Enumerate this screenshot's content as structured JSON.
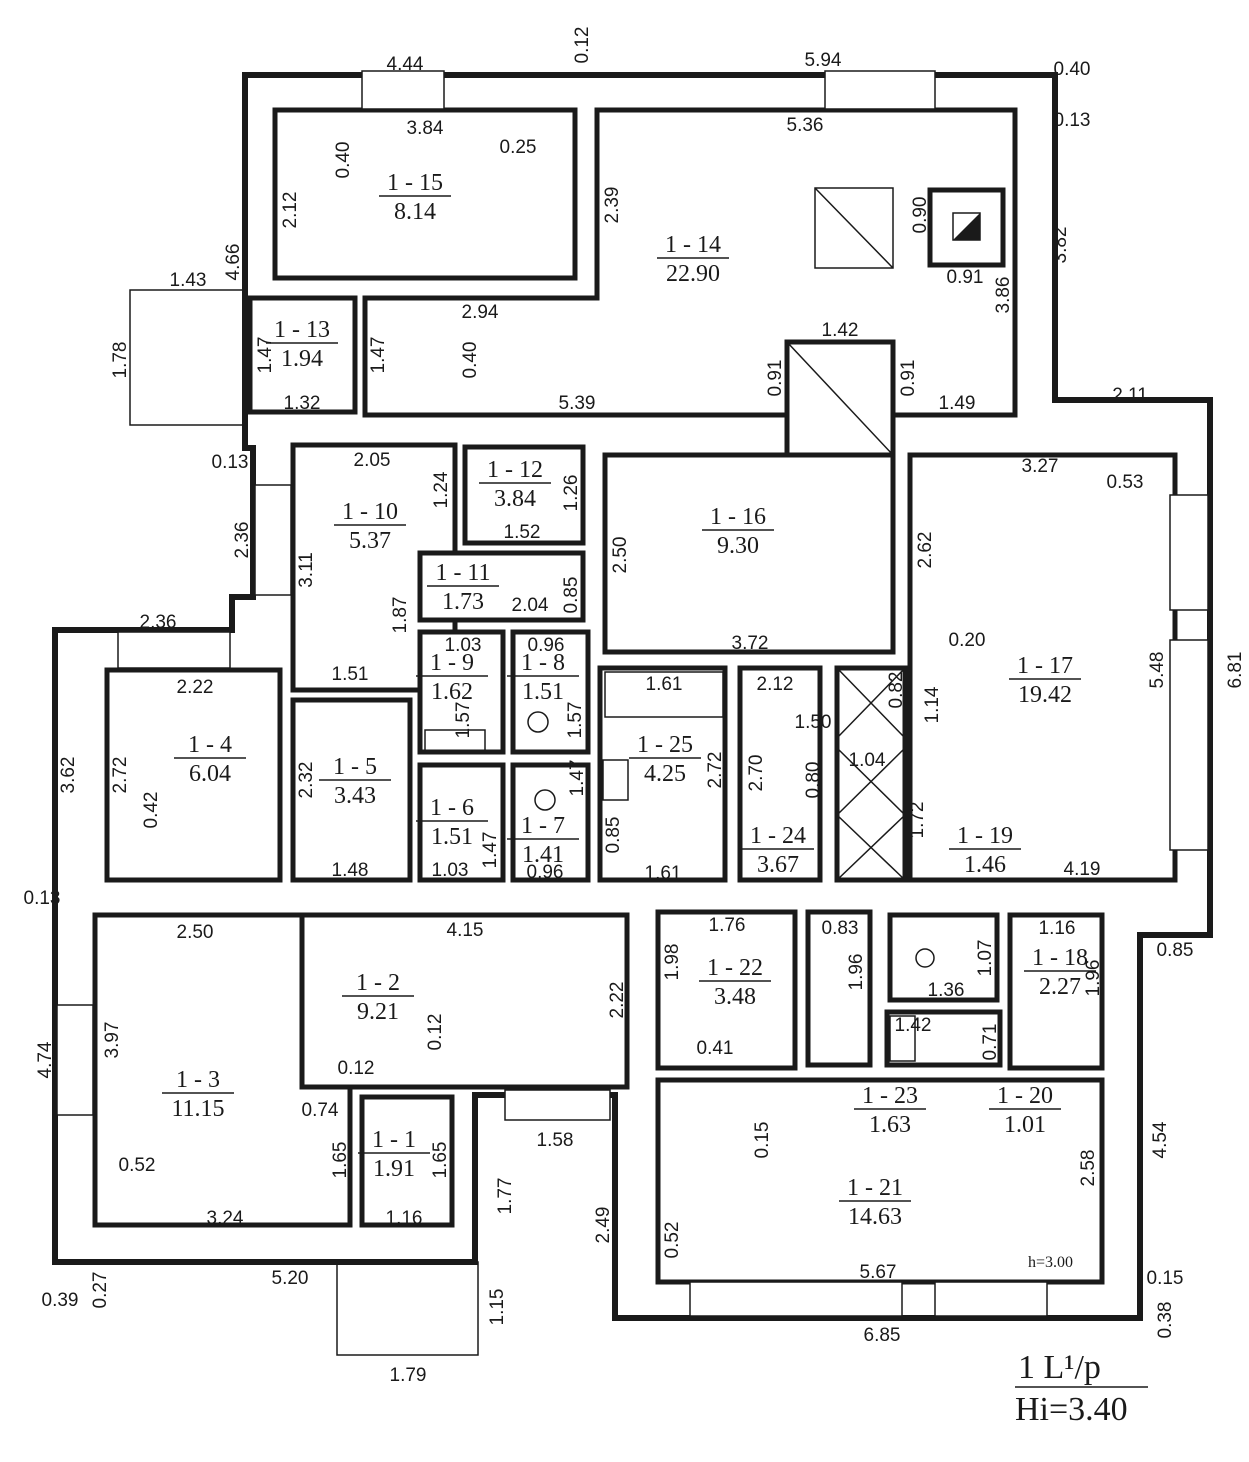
{
  "rooms": [
    {
      "id": "1 - 15",
      "area": "8.14"
    },
    {
      "id": "1 - 14",
      "area": "22.90"
    },
    {
      "id": "1 - 13",
      "area": "1.94"
    },
    {
      "id": "1 - 10",
      "area": "5.37"
    },
    {
      "id": "1 - 12",
      "area": "3.84"
    },
    {
      "id": "1 - 11",
      "area": "1.73"
    },
    {
      "id": "1 - 16",
      "area": "9.30"
    },
    {
      "id": "1 - 17",
      "area": "19.42"
    },
    {
      "id": "1 - 9",
      "area": "1.62"
    },
    {
      "id": "1 - 8",
      "area": "1.51"
    },
    {
      "id": "1 - 5",
      "area": "3.43"
    },
    {
      "id": "1 - 4",
      "area": "6.04"
    },
    {
      "id": "1 - 25",
      "area": "4.25"
    },
    {
      "id": "1 - 24",
      "area": "3.67"
    },
    {
      "id": "1 - 6",
      "area": "1.51"
    },
    {
      "id": "1 - 7",
      "area": "1.41"
    },
    {
      "id": "1 - 19",
      "area": "1.46"
    },
    {
      "id": "1 - 2",
      "area": "9.21"
    },
    {
      "id": "1 - 22",
      "area": "3.48"
    },
    {
      "id": "1 - 18",
      "area": "2.27"
    },
    {
      "id": "1 - 3",
      "area": "11.15"
    },
    {
      "id": "1 - 1",
      "area": "1.91"
    },
    {
      "id": "1 - 23",
      "area": "1.63"
    },
    {
      "id": "1 - 20",
      "area": "1.01"
    },
    {
      "id": "1 - 21",
      "area": "14.63"
    }
  ],
  "dimensions": [
    "4.44",
    "0.12",
    "5.94",
    "0.40",
    "0.13",
    "3.84",
    "5.36",
    "0.25",
    "0.40",
    "2.12",
    "2.39",
    "0.90",
    "0.91",
    "3.82",
    "3.86",
    "4.66",
    "1.43",
    "1.78",
    "1.47",
    "1.47",
    "1.32",
    "2.94",
    "0.40",
    "1.42",
    "0.91",
    "0.91",
    "1.49",
    "5.39",
    "2.11",
    "0.13",
    "2.05",
    "1.24",
    "1.26",
    "1.52",
    "3.27",
    "0.53",
    "2.36",
    "3.11",
    "2.50",
    "2.62",
    "0.85",
    "2.04",
    "1.87",
    "1.03",
    "0.96",
    "1.57",
    "1.57",
    "2.36",
    "2.22",
    "1.51",
    "1.61",
    "2.12",
    "0.82",
    "1.50",
    "1.14",
    "0.20",
    "3.72",
    "5.48",
    "6.81",
    "2.72",
    "3.62",
    "2.32",
    "0.42",
    "2.72",
    "2.70",
    "0.80",
    "1.04",
    "1.72",
    "1.47",
    "0.85",
    "1.47",
    "1.03",
    "0.96",
    "1.61",
    "1.48",
    "4.19",
    "0.13",
    "2.50",
    "4.15",
    "1.76",
    "0.83",
    "1.16",
    "0.85",
    "1.07",
    "1.96",
    "1.96",
    "1.36",
    "2.22",
    "1.98",
    "3.97",
    "4.74",
    "0.12",
    "0.12",
    "0.41",
    "1.42",
    "0.71",
    "0.74",
    "0.52",
    "1.65",
    "1.65",
    "1.58",
    "0.15",
    "4.54",
    "2.58",
    "1.77",
    "2.49",
    "0.52",
    "3.24",
    "1.16",
    "5.20",
    "5.67",
    "0.39",
    "0.27",
    "1.15",
    "0.15",
    "0.38",
    "6.85",
    "1.79"
  ],
  "ceiling_note": "h=3.00",
  "stamp": {
    "floor_label": "1 L¹/p",
    "height_label": "Hi=3.40"
  }
}
